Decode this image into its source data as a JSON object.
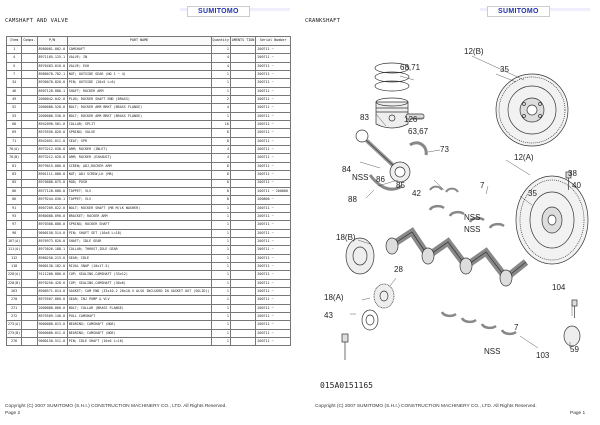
{
  "brand": "SUMITOMO",
  "left_page": {
    "title": "CAMSHAFT AND VALVE",
    "columns": [
      "Item",
      "Comps.",
      "P/N",
      "PART NAME",
      "Quantity",
      "AMENTS TION",
      "Serial Number"
    ],
    "rows": [
      [
        "1",
        "",
        "8980081-002-0",
        "CAMSHAFT",
        "1",
        "",
        "200711 ~"
      ],
      [
        "4",
        "",
        "8971105-125-1",
        "VALVE; IN",
        "4",
        "",
        "200711 ~"
      ],
      [
        "5",
        "",
        "8976483-010-0",
        "VALVE; EXH",
        "4",
        "",
        "200711 ~"
      ],
      [
        "7",
        "",
        "8980078-782-1",
        "NUT; OUTSIDE GEAR (NO 1 ~ 4)",
        "1",
        "",
        "200711 ~"
      ],
      [
        "34",
        "",
        "8930078-820-0",
        "PIN; OUTSIDE (20x5 L=6)",
        "1",
        "",
        "200711 ~"
      ],
      [
        "46",
        "",
        "8907128-880-1",
        "SHAFT; ROCKER ARM",
        "1",
        "",
        "200711 ~"
      ],
      [
        "49",
        "",
        "2000042-042-0",
        "PLUG; ROCKER SHAFT END (BRASS)",
        "2",
        "",
        "200711 ~"
      ],
      [
        "52",
        "",
        "2000080-520-0",
        "BOLT; ROCKER ARM BRKT (BRASS FLANGE)",
        "4",
        "",
        "200711 ~"
      ],
      [
        "53",
        "",
        "2000080-530-0",
        "BOLT; ROCKER ARM BRKT (BRASS FLANGE)",
        "1",
        "",
        "200711 ~"
      ],
      [
        "68",
        "",
        "8942090-501-0",
        "COLLAR; SPLIT",
        "16",
        "",
        "200711 ~"
      ],
      [
        "69",
        "",
        "8975556-820-0",
        "SPRING; VALVE",
        "8",
        "",
        "200711 ~"
      ],
      [
        "71",
        "",
        "8942051-011-0",
        "SEAT; SPR",
        "8",
        "",
        "200711 ~"
      ],
      [
        "78(A)",
        "",
        "8973212-030-0",
        "ARM; ROCKER (INLET)",
        "4",
        "",
        "200711 ~"
      ],
      [
        "78(B)",
        "",
        "8973212-020-0",
        "ARM; ROCKER (EXHAUST)",
        "4",
        "",
        "200711 ~"
      ],
      [
        "81",
        "",
        "8979015-080-0",
        "SCREW; ADJ,ROCKER ARM",
        "8",
        "",
        "200711 ~"
      ],
      [
        "83",
        "",
        "8901111-088-0",
        "NUT; ADJ SCREW,LK (M8)",
        "8",
        "",
        "200711 ~"
      ],
      [
        "85",
        "",
        "8970088-075-0",
        "ROD; PUSH",
        "8",
        "",
        "200711 ~"
      ],
      [
        "86",
        "",
        "8977128-080-0",
        "TAPPET; VLV",
        "8",
        "",
        "200711 ~ 200806"
      ],
      [
        "86",
        "",
        "8979244-030-1",
        "TAPPET; VLV",
        "8",
        "",
        "200806 ~"
      ],
      [
        "91",
        "",
        "8907209-022-0",
        "BOLT; ROCKER SHAFT (M8 M/LK WASHER)",
        "1",
        "",
        "200711 ~"
      ],
      [
        "93",
        "",
        "8980088-090-0",
        "BRACKET; ROCKER ARM",
        "1",
        "",
        "200711 ~"
      ],
      [
        "97",
        "",
        "8970308-880-0",
        "SPRING; ROCKER SHAFT",
        "1",
        "",
        "200711 ~"
      ],
      [
        "98",
        "",
        "9000150-514-0",
        "PIN; SHAFT SET (10x8 L=18)",
        "1",
        "",
        "200711 ~"
      ],
      [
        "107(A)",
        "",
        "8976973-820-0",
        "SHAFT; IDLE GEAR",
        "1",
        "",
        "200711 ~"
      ],
      [
        "111(A)",
        "",
        "8973026-188-1",
        "COLLAR; THRUST,IDLE GEAR",
        "1",
        "",
        "200711 ~"
      ],
      [
        "112",
        "",
        "8980250-213-0",
        "GEAR; IDLE",
        "1",
        "",
        "200711 ~"
      ],
      [
        "118",
        "",
        "9000130-182-0",
        "RIVAL SNAP (10x17.5)",
        "1",
        "",
        "200711 ~"
      ],
      [
        "228(A)",
        "",
        "9111200-880-0",
        "CUP; SEALING,CAMSHAFT (33x12)",
        "1",
        "",
        "200711 ~"
      ],
      [
        "228(B)",
        "",
        "8970250-420-0",
        "CUP; SEALING,CAMSHAFT (30x6)",
        "1",
        "",
        "200711 ~"
      ],
      [
        "263",
        "",
        "8908571-014-0",
        "GASKET; CAM END (33x10.2 20x10.5 ALSO INCLUDED IN GASKET OUT (SOLID))",
        "1",
        "",
        "200711 ~"
      ],
      [
        "270",
        "",
        "8975507-860-0",
        "GEAR; INJ PUMP & VLV",
        "1",
        "",
        "200711 ~"
      ],
      [
        "271",
        "",
        "2000080-060-0",
        "BOLT; COLLAR (BRASS FLANGE)",
        "1",
        "",
        "200711 ~"
      ],
      [
        "272",
        "",
        "8975509-140-0",
        "PULL CAMSHAFT",
        "1",
        "",
        "200711 ~"
      ],
      [
        "275(A)",
        "",
        "9000080-013-0",
        "BEARING; CAMSHAFT (NOE)",
        "1",
        "",
        "200711 ~"
      ],
      [
        "275(B)",
        "",
        "9000080-011-0",
        "BEARING; CAMSHAFT (NOE)",
        "1",
        "",
        "200711 ~"
      ],
      [
        "276",
        "",
        "9000150-511-0",
        "PIN; IDLE SHAFT (10x6 L=16)",
        "1",
        "",
        "200711 ~"
      ]
    ],
    "copyright": "Copyright (C) 2007 SUMITOMO (S.H.I.) CONSTRUCTION MACHINERY CO., LTD. All Rights Reserved.",
    "page": "Page 2"
  },
  "right_page": {
    "title": "CRANKSHAFT",
    "callouts": [
      "12(B)",
      "35",
      "68,71",
      "126",
      "83",
      "63,67",
      "73",
      "84",
      "NSS",
      "86",
      "85",
      "88",
      "42",
      "7",
      "12(A)",
      "35",
      "38",
      "40",
      "NSS",
      "NSS",
      "18(B)",
      "28",
      "18(A)",
      "104",
      "43",
      "NSS",
      "7",
      "103",
      "59"
    ],
    "figure_code": "015A0151165",
    "copyright": "Copyright (C) 2007 SUMITOMO (S.H.I.) CONSTRUCTION MACHINERY CO., LTD. All Rights Reserved.",
    "page": "Page 1"
  }
}
